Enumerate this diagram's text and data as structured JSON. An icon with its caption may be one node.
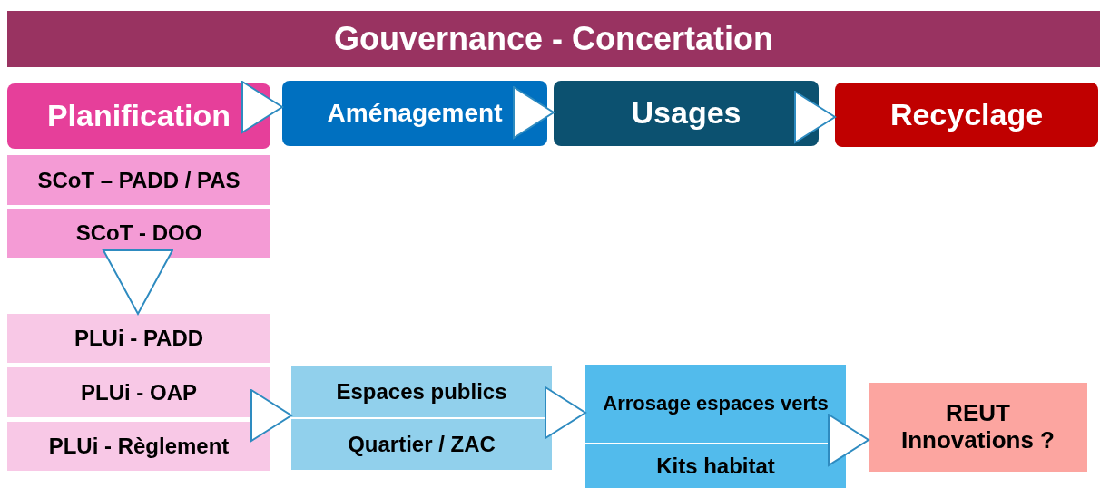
{
  "diagram": {
    "nodes": [
      {
        "text": [
          "Gouvernance - Concertation"
        ]
      },
      {
        "text": [
          "Planification"
        ]
      },
      {
        "text": [
          "Aménagement"
        ]
      },
      {
        "text": [
          "Usages"
        ]
      },
      {
        "text": [
          "Recyclage"
        ]
      },
      {
        "text": [
          "SCoT – PADD / PAS"
        ]
      },
      {
        "text": [
          "SCoT - DOO"
        ]
      },
      {
        "text": [
          "PLUi - PADD"
        ]
      },
      {
        "text": [
          "PLUi - OAP"
        ]
      },
      {
        "text": [
          "PLUi - Règlement"
        ]
      },
      {
        "text": [
          "Espaces publics"
        ]
      },
      {
        "text": [
          "Quartier / ZAC"
        ]
      },
      {
        "text": [
          "Arrosage espaces verts"
        ]
      },
      {
        "text": [
          "Kits habitat"
        ]
      },
      {
        "text": [
          "REUT",
          "Innovations ?"
        ]
      }
    ],
    "edges": [
      {
        "from": 1,
        "to": 2,
        "arrow": "to"
      },
      {
        "from": 2,
        "to": 3,
        "arrow": "to"
      },
      {
        "from": 3,
        "to": 4,
        "arrow": "to"
      },
      {
        "from": 6,
        "to": 7,
        "arrow": "to"
      },
      {
        "from": 8,
        "to": 10,
        "arrow": "to"
      },
      {
        "from": 10,
        "to": 12,
        "arrow": "to"
      },
      {
        "from": 12,
        "to": 14,
        "arrow": "to"
      }
    ]
  }
}
